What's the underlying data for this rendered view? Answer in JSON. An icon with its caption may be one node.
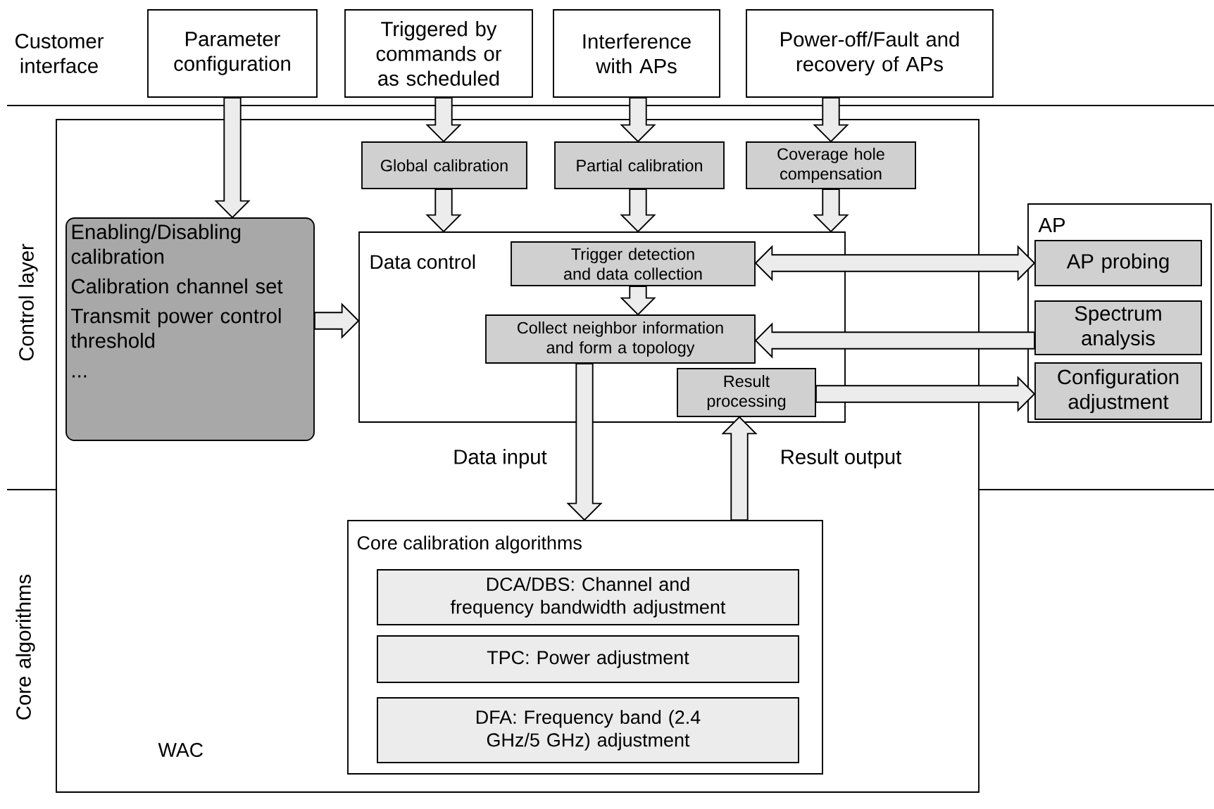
{
  "diagram": {
    "nodes": [
      {
        "text": [
          "WAC"
        ]
      },
      {
        "text": [
          "Parameter configuration"
        ]
      },
      {
        "text": [
          "Triggered by commands or as scheduled"
        ]
      },
      {
        "text": [
          "Interference with APs"
        ]
      },
      {
        "text": [
          "Power-off/Fault and recovery of APs"
        ]
      },
      {
        "text": [
          "Global calibration"
        ],
        "in": 0
      },
      {
        "text": [
          "Partial calibration"
        ],
        "in": 0
      },
      {
        "text": [
          "Coverage hole compensation"
        ],
        "in": 0
      },
      {
        "text": [
          "Enabling/Disabling calibration",
          "Calibration channel set",
          "Transmit power control threshold",
          "..."
        ],
        "in": 0
      },
      {
        "text": [
          "Data control"
        ],
        "in": 0
      },
      {
        "text": [
          "Trigger detection and data collection"
        ],
        "in": 9
      },
      {
        "text": [
          "Collect neighbor information and form a topology"
        ],
        "in": 9
      },
      {
        "text": [
          "Result processing"
        ],
        "in": 9
      },
      {
        "text": [
          "AP"
        ]
      },
      {
        "text": [
          "AP probing"
        ],
        "in": 13
      },
      {
        "text": [
          "Spectrum analysis"
        ],
        "in": 13
      },
      {
        "text": [
          "Configuration adjustment"
        ],
        "in": 13
      },
      {
        "text": [
          "Core calibration algorithms"
        ],
        "in": 0
      },
      {
        "text": [
          "DCA/DBS: Channel and frequency bandwidth adjustment"
        ],
        "in": 17
      },
      {
        "text": [
          "TPC: Power adjustment"
        ],
        "in": 17
      },
      {
        "text": [
          "DFA: Frequency band (2.4 GHz/5 GHz) adjustment"
        ],
        "in": 17
      }
    ],
    "edges": [
      {
        "from": 1,
        "to": 8,
        "arrow": "to"
      },
      {
        "from": 2,
        "to": 5,
        "arrow": "to"
      },
      {
        "from": 3,
        "to": 6,
        "arrow": "to"
      },
      {
        "from": 4,
        "to": 7,
        "arrow": "to"
      },
      {
        "from": 5,
        "to": 9,
        "arrow": "to"
      },
      {
        "from": 6,
        "to": 9,
        "arrow": "to"
      },
      {
        "from": 7,
        "to": 9,
        "arrow": "to"
      },
      {
        "from": 8,
        "to": 9,
        "arrow": "to"
      },
      {
        "from": 10,
        "to": 14,
        "arrow": "both"
      },
      {
        "from": 10,
        "to": 11,
        "arrow": "to"
      },
      {
        "from": 15,
        "to": 11,
        "arrow": "to"
      },
      {
        "from": 12,
        "to": 16,
        "arrow": "to"
      },
      {
        "from": 11,
        "to": 17,
        "arrow": "to",
        "label": "Data input"
      },
      {
        "from": 17,
        "to": 12,
        "arrow": "to",
        "label": "Result output"
      }
    ],
    "labels": [
      "Customer interface",
      "Control layer",
      "Core algorithms"
    ]
  }
}
